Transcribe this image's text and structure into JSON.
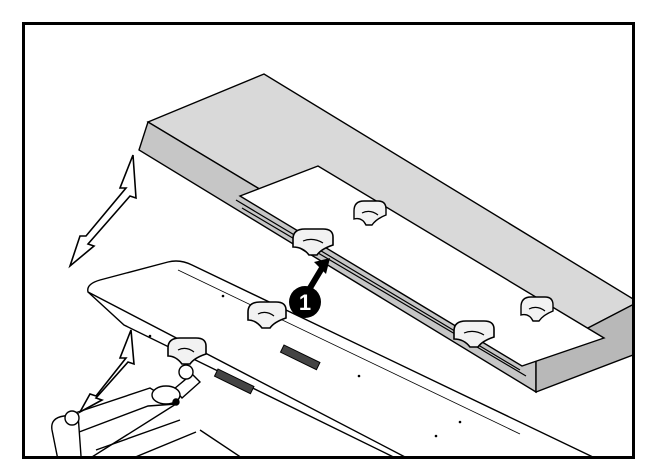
{
  "figure": {
    "callouts": [
      {
        "label": "1",
        "target": "clip"
      }
    ],
    "parts": {
      "upper_panel": "cover",
      "lower_panel": "base",
      "clips": "clip-icon",
      "frame": "bracket-frame"
    },
    "colors": {
      "outline": "#000000",
      "cover_top": "#d9d9d9",
      "cover_front": "#c6c6c6",
      "cover_side": "#b8b8b8",
      "window": "#ffffff",
      "clip_fill": "#f2f2f2",
      "callout_fill": "#000000"
    }
  }
}
